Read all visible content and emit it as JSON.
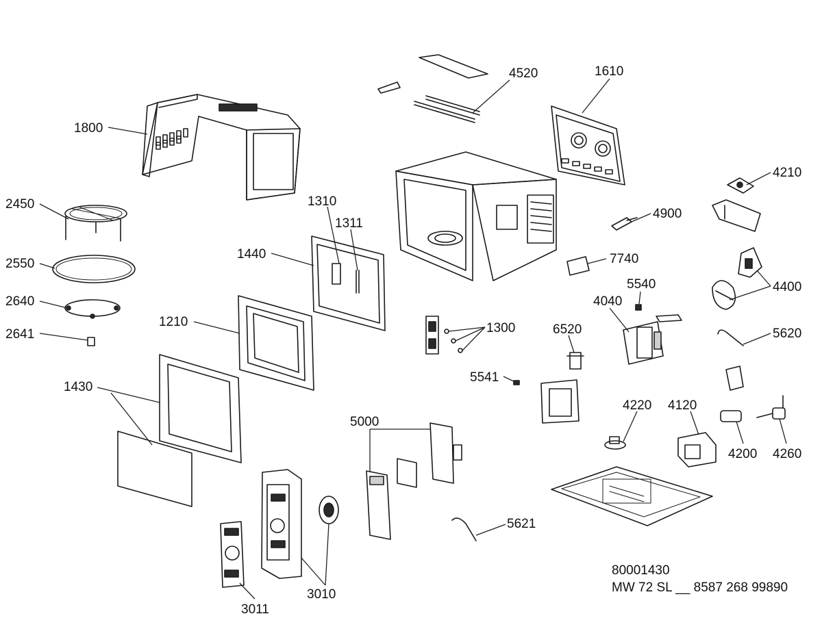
{
  "labels": {
    "l4520": "4520",
    "l1610": "1610",
    "l1800": "1800",
    "l4210": "4210",
    "l2450": "2450",
    "l1310": "1310",
    "l1311": "1311",
    "l4900": "4900",
    "l1440": "1440",
    "l2550": "2550",
    "l7740": "7740",
    "l5540": "5540",
    "l4400": "4400",
    "l2640": "2640",
    "l4040": "4040",
    "l1210": "1210",
    "l1300": "1300",
    "l6520": "6520",
    "l2641": "2641",
    "l5620": "5620",
    "l5541": "5541",
    "l1430": "1430",
    "l5000": "5000",
    "l4220": "4220",
    "l4120": "4120",
    "l4200": "4200",
    "l4260": "4260",
    "l5621": "5621",
    "l3010": "3010",
    "l3011": "3011"
  },
  "document": {
    "code": "80001430",
    "model": "MW 72 SL __ 8587 268 99890"
  }
}
